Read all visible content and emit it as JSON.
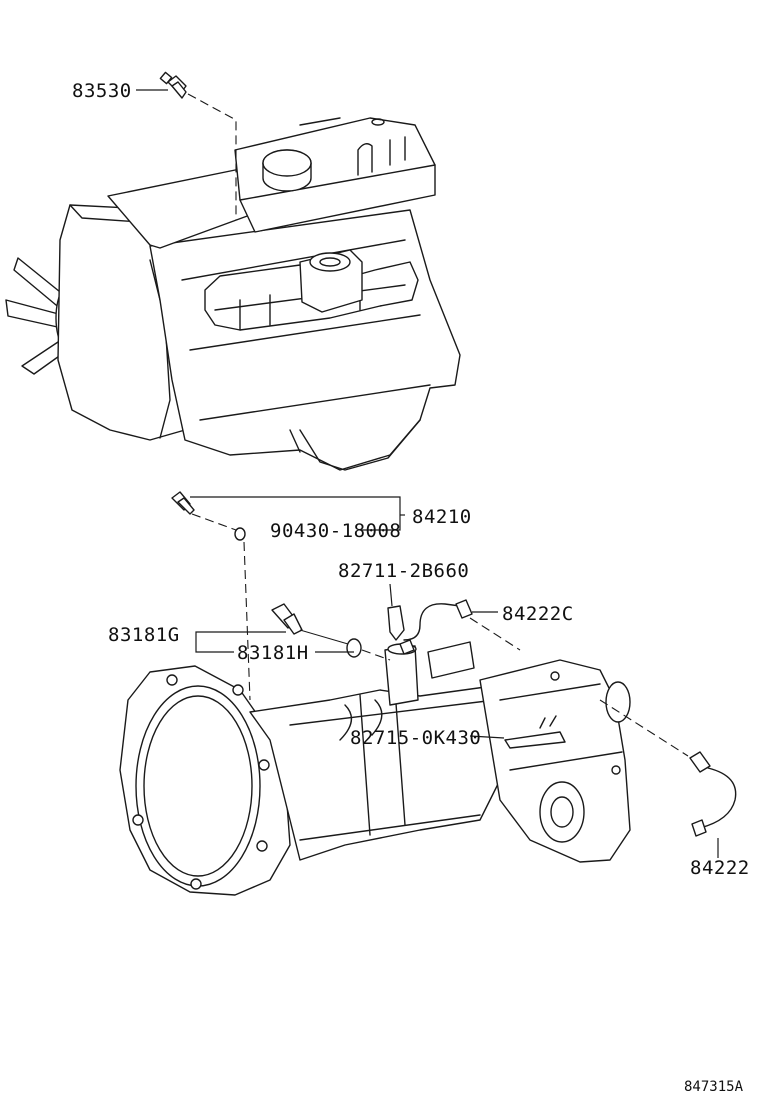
{
  "parts": {
    "p83530": "83530",
    "p84210": "84210",
    "p90430": "90430-18008",
    "p82711": "82711-2B660",
    "p84222c": "84222C",
    "p83181g": "83181G",
    "p83181h": "83181H",
    "p82715": "82715-0K430",
    "p84222": "84222"
  },
  "figure_code": "847315A"
}
